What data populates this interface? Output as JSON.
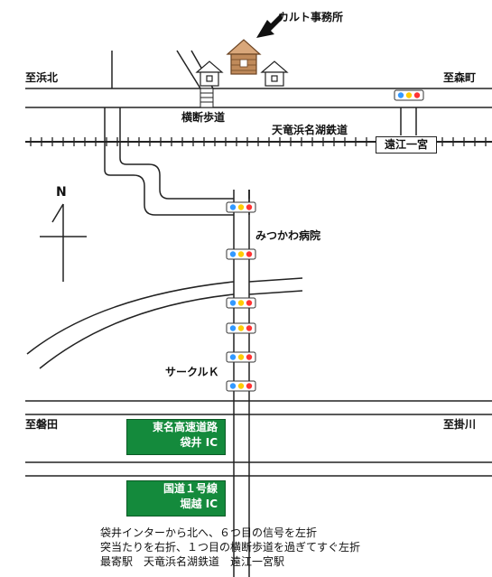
{
  "labels": {
    "office": "カルト事務所",
    "to_hamakita": "至浜北",
    "to_morimachi": "至森町",
    "crosswalk": "横断歩道",
    "railway": "天竜浜名湖鉄道",
    "station": "遠江一宮",
    "north": "N",
    "hospital": "みつかわ病院",
    "circle_k": "サークルＫ",
    "to_iwata": "至磐田",
    "to_kakegawa": "至掛川"
  },
  "interchanges": [
    {
      "line1": "東名高速道路",
      "line2": "袋井 IC"
    },
    {
      "line1": "国道１号線",
      "line2": "堀越 IC"
    }
  ],
  "directions": [
    "袋井インターから北へ、６つ目の信号を左折",
    "突当たりを右折、１つ目の横断歩道を過ぎてすぐ左折",
    "最寄駅　天竜浜名湖鉄道　遠江一宮駅"
  ],
  "colors": {
    "road": "#222222",
    "ic_green": "#148a3c",
    "house_brown": "#c08a5a",
    "signal_blue": "#3399ff",
    "signal_yellow": "#ffcc00",
    "signal_red": "#ff3333"
  },
  "icons": [
    "arrow-icon",
    "office-house-icon",
    "house-icon",
    "traffic-signal-icon",
    "north-arrow-icon"
  ]
}
